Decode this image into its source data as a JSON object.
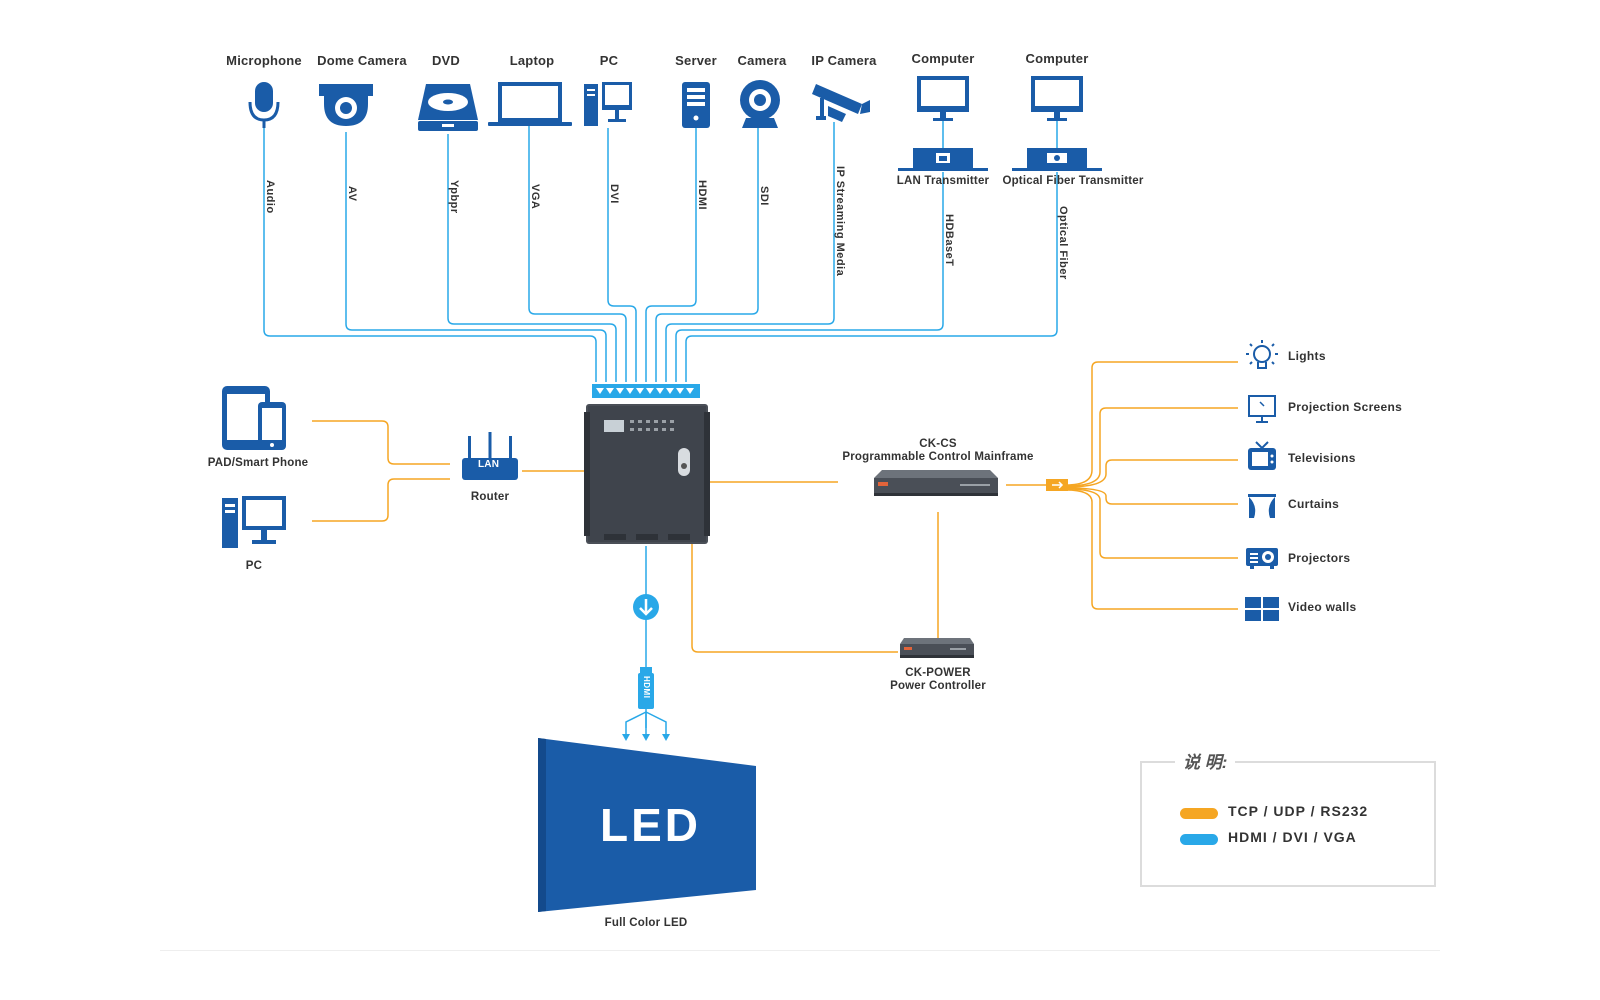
{
  "sources": [
    {
      "label": "Microphone",
      "signal": "Audio",
      "icon": "microphone-icon"
    },
    {
      "label": "Dome Camera",
      "signal": "AV",
      "icon": "dome-camera-icon"
    },
    {
      "label": "DVD",
      "signal": "Ypbpr",
      "icon": "dvd-icon"
    },
    {
      "label": "Laptop",
      "signal": "VGA",
      "icon": "laptop-icon"
    },
    {
      "label": "PC",
      "signal": "DVI",
      "icon": "pc-icon"
    },
    {
      "label": "Server",
      "signal": "HDMI",
      "icon": "server-icon"
    },
    {
      "label": "Camera",
      "signal": "SDI",
      "icon": "webcam-icon"
    },
    {
      "label": "IP Camera",
      "signal": "IP Streaming Media",
      "icon": "ip-camera-icon"
    }
  ],
  "computers": [
    {
      "label": "Computer",
      "transmitter": "LAN Transmitter",
      "signal": "HDBaseT",
      "icon": "monitor-icon"
    },
    {
      "label": "Computer",
      "transmitter": "Optical Fiber Transmitter",
      "signal": "Optical Fiber",
      "icon": "monitor-icon"
    }
  ],
  "left_devices": [
    {
      "label": "PAD/Smart Phone",
      "icon": "tablet-phone-icon"
    },
    {
      "label": "PC",
      "icon": "desktop-pc-icon"
    }
  ],
  "router": {
    "label": "Router",
    "badge": "LAN"
  },
  "control": {
    "model": "CK-CS",
    "name": "Programmable Control Mainframe"
  },
  "power": {
    "model": "CK-POWER",
    "name": "Power Controller"
  },
  "outputs": [
    {
      "label": "Lights",
      "icon": "light-bulb-icon"
    },
    {
      "label": "Projection Screens",
      "icon": "projection-screen-icon"
    },
    {
      "label": "Televisions",
      "icon": "television-icon"
    },
    {
      "label": "Curtains",
      "icon": "curtains-icon"
    },
    {
      "label": "Projectors",
      "icon": "projector-icon"
    },
    {
      "label": "Video walls",
      "icon": "video-wall-icon"
    }
  ],
  "hdmi_label": "HDMI",
  "led": {
    "text": "LED",
    "caption": "Full Color LED"
  },
  "legend": {
    "title": "说 明:",
    "items": [
      {
        "label": "TCP / UDP / RS232",
        "color": "#f5a623"
      },
      {
        "label": "HDMI / DVI / VGA",
        "color": "#29a8e8"
      }
    ]
  },
  "colors": {
    "orange": "#f5a623",
    "blue": "#29a8e8",
    "icon": "#1a5ca8",
    "device": "#4a4f57"
  }
}
